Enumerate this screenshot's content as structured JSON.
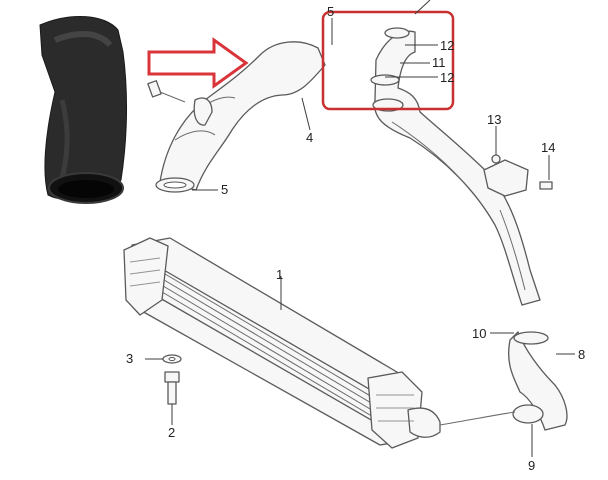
{
  "colors": {
    "arrow": "#d9343a",
    "highlight_box": "#c8312f",
    "hose_rubber": "#2a2a2a",
    "line_art": "#5a5a5a"
  },
  "callouts": {
    "c1": "1",
    "c2": "2",
    "c3": "3",
    "c4": "4",
    "c5a": "5",
    "c5b": "5",
    "c8": "8",
    "c9": "9",
    "c10": "10",
    "c11": "11",
    "c12a": "12",
    "c12b": "12",
    "c13": "13",
    "c14": "14"
  }
}
